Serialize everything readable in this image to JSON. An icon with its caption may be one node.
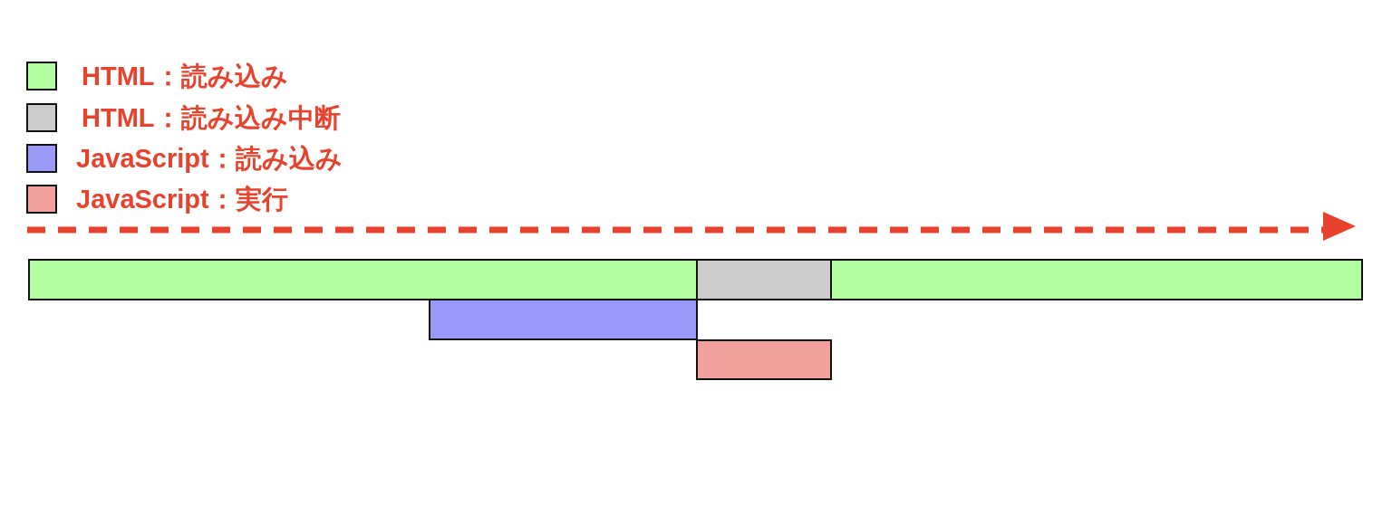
{
  "diagram": {
    "nodes": [
      {
        "text": [],
        "shape": "bar"
      },
      {
        "text": [],
        "shape": "bar"
      },
      {
        "text": [],
        "shape": "bar"
      },
      {
        "text": [],
        "shape": "bar"
      },
      {
        "text": [],
        "shape": "bar"
      }
    ],
    "legend": [
      {
        "text": "HTML：読み込み",
        "color": "#b3fda1"
      },
      {
        "text": "HTML：読み込み中断",
        "color": "#cccccc"
      },
      {
        "text": "JavaScript：読み込み",
        "color": "#9999f7"
      },
      {
        "text": "JavaScript：実行",
        "color": "#f2a09c"
      }
    ]
  }
}
